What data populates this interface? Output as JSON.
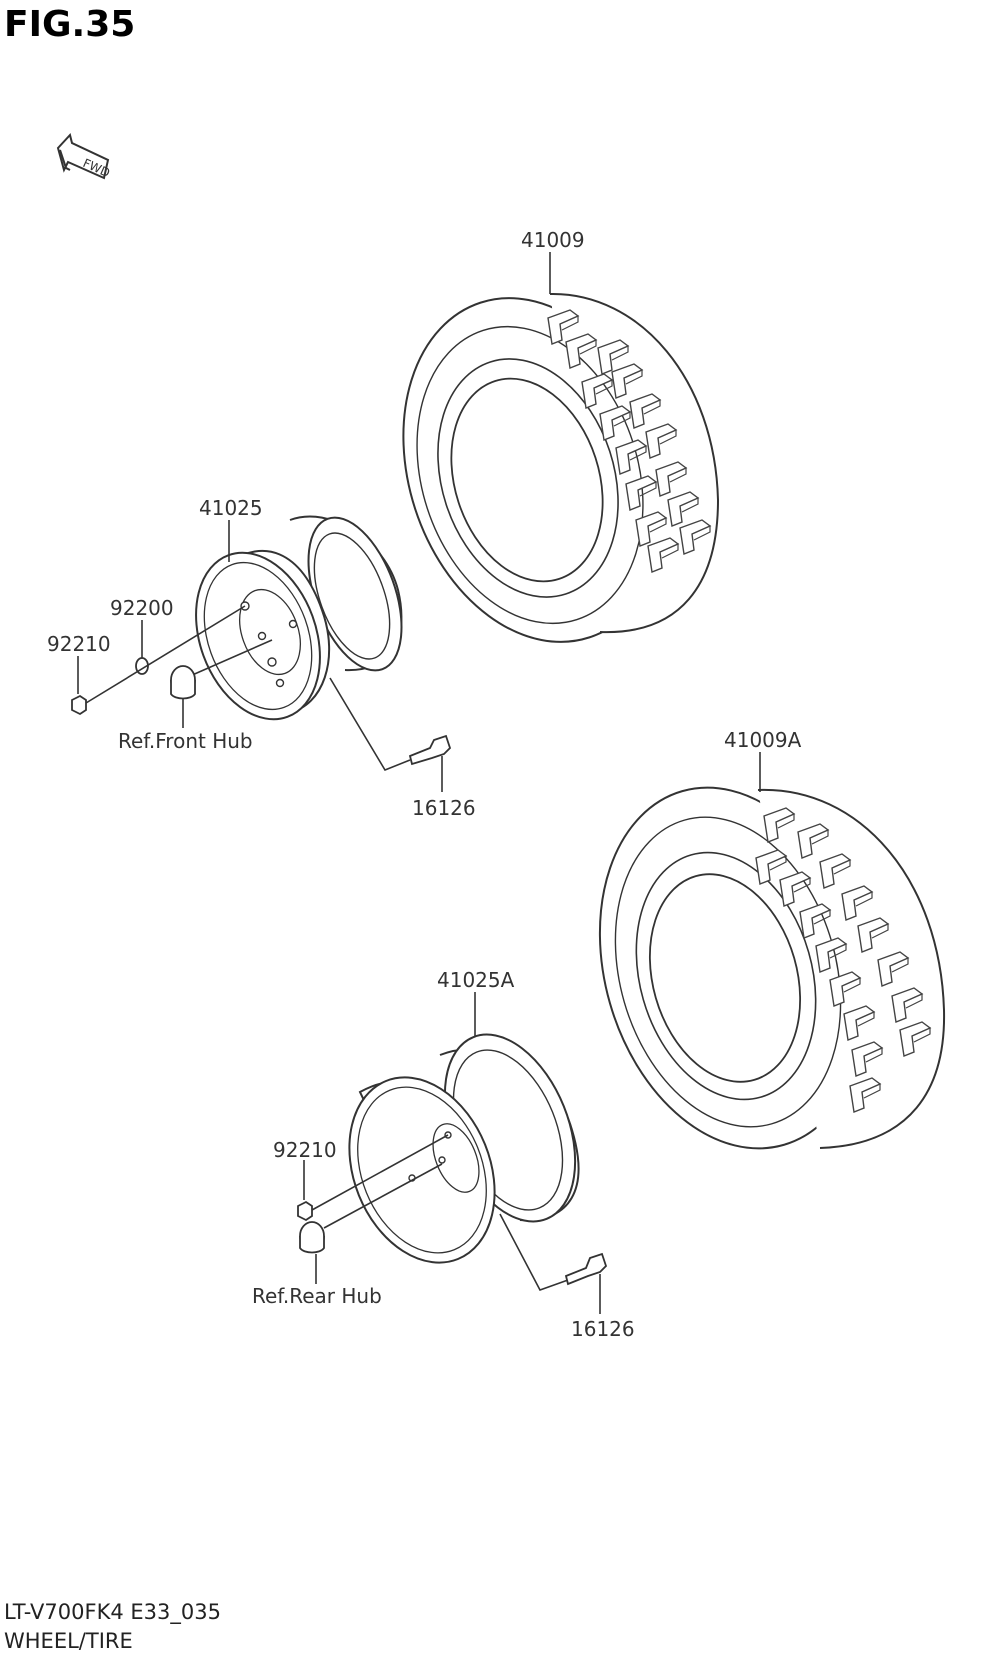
{
  "figure": {
    "title": "FIG.35",
    "fwd_label": "FWD"
  },
  "parts": {
    "front_tire": "41009",
    "front_wheel": "41025",
    "front_washer": "92200",
    "front_nut": "92210",
    "front_hub_ref": "Ref.Front Hub",
    "front_valve": "16126",
    "rear_tire": "41009A",
    "rear_wheel": "41025A",
    "rear_nut": "92210",
    "rear_hub_ref": "Ref.Rear Hub",
    "rear_valve": "16126"
  },
  "footer": {
    "model_code": "LT-V700FK4 E33_035",
    "section_name": "WHEEL/TIRE"
  }
}
